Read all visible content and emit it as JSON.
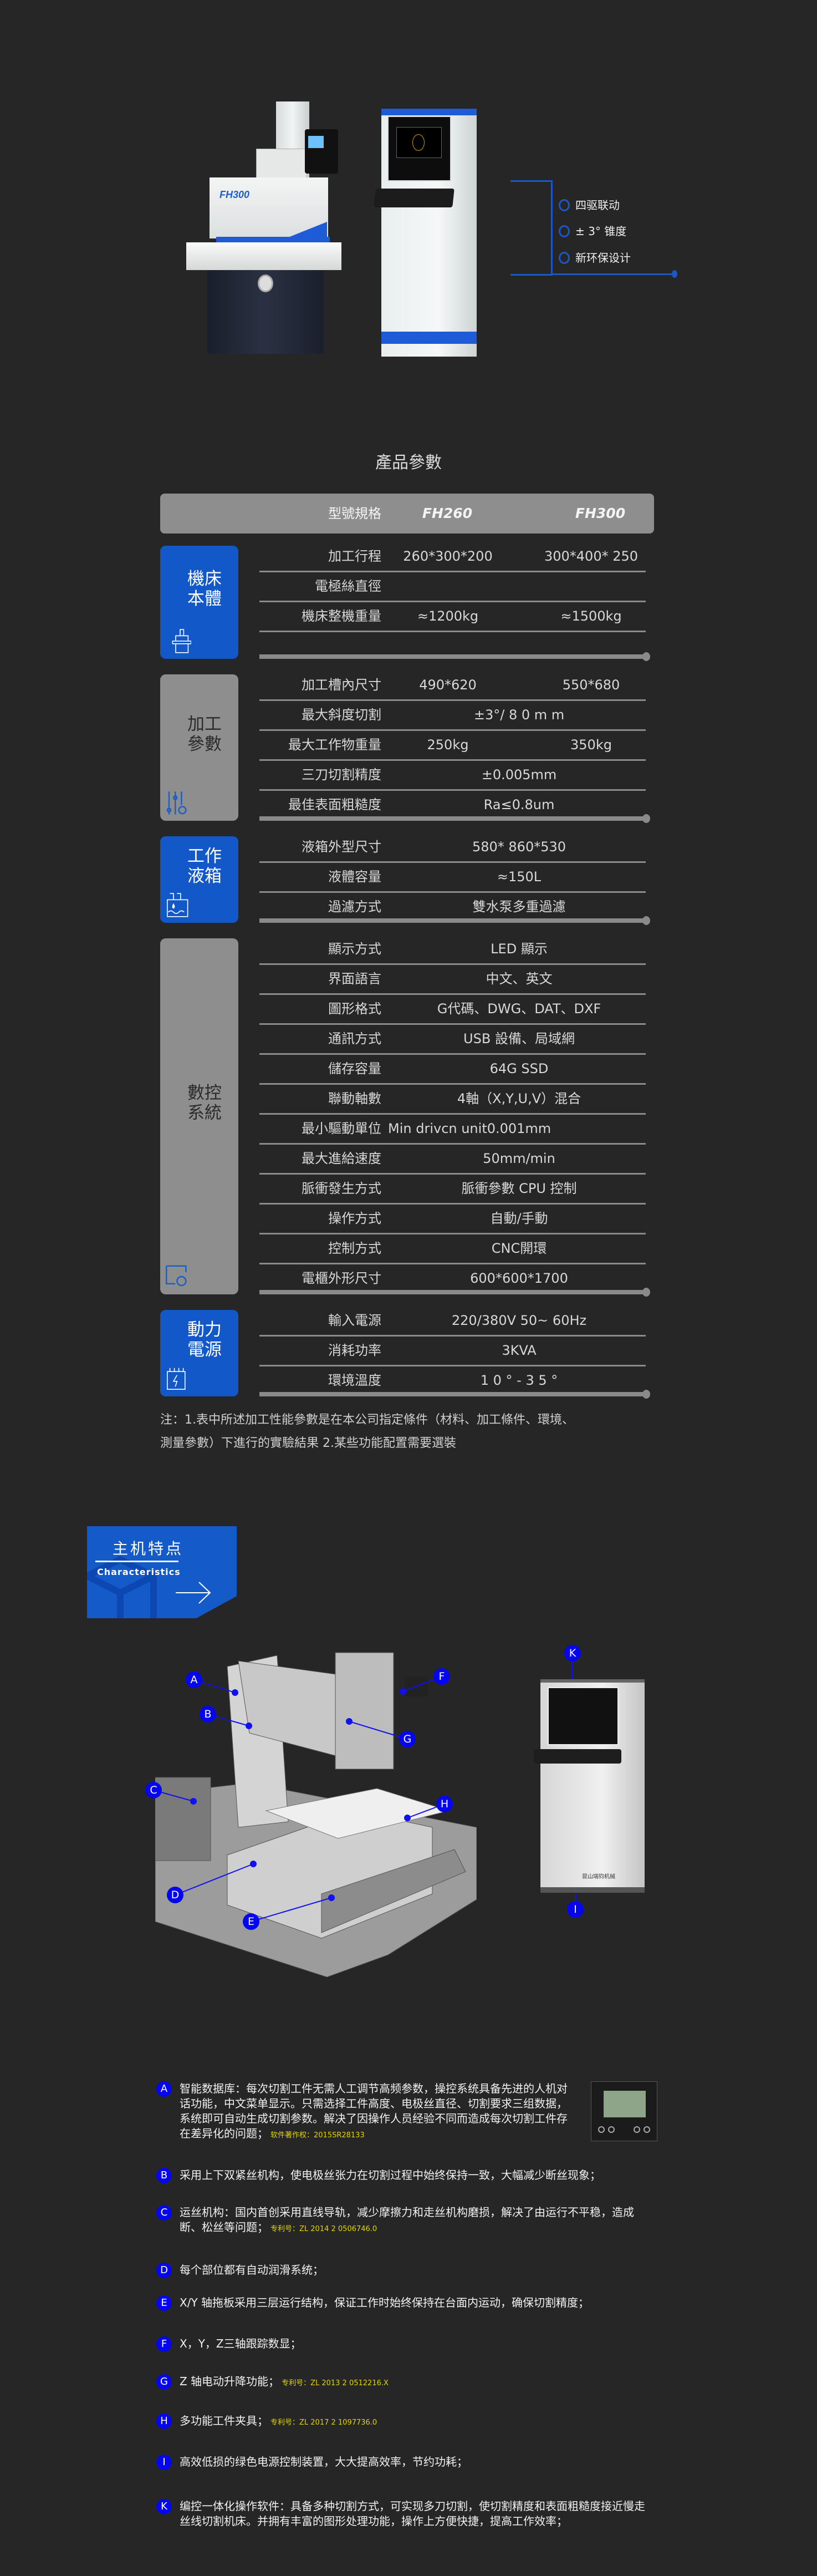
{
  "hero": {
    "machine_model": "FH300",
    "features": [
      "四驱联动",
      "± 3° 锥度",
      "新环保设计"
    ],
    "accent": "#1b58c6"
  },
  "spec": {
    "title": "產品參數",
    "header_label": "型號規格",
    "models": [
      "FH260",
      "FH300"
    ],
    "groups": [
      {
        "name": "機床本體",
        "style": "blue",
        "icon": "machine-icon",
        "spacer": true,
        "rows": [
          {
            "label": "加工行程",
            "values": [
              "260*300*200",
              "300*400* 250"
            ]
          },
          {
            "label": "電極絲直徑",
            "values": []
          },
          {
            "label": "機床整機重量",
            "values": [
              "≈1200kg",
              "≈1500kg"
            ]
          }
        ]
      },
      {
        "name": "加工參數",
        "style": "grey",
        "icon": "sliders-gear-icon",
        "rows": [
          {
            "label": "加工槽內尺寸",
            "values": [
              "490*620",
              "550*680"
            ]
          },
          {
            "label": "最大斜度切割",
            "value": "±3°/ 8 0 m m"
          },
          {
            "label": "最大工作物重量",
            "values": [
              "250kg",
              "350kg"
            ]
          },
          {
            "label": "三刀切割精度",
            "value": "±0.005mm"
          },
          {
            "label": "最佳表面粗糙度",
            "value": "Ra≤0.8um"
          }
        ]
      },
      {
        "name": "工作液箱",
        "style": "blue",
        "icon": "fluid-tank-icon",
        "rows": [
          {
            "label": "液箱外型尺寸",
            "value": "580* 860*530"
          },
          {
            "label": "液體容量",
            "value": "≈150L"
          },
          {
            "label": "過濾方式",
            "value": "雙水泵多重過濾"
          }
        ]
      },
      {
        "name": "數控系統",
        "style": "grey",
        "icon": "monitor-gear-icon",
        "rows": [
          {
            "label": "顯示方式",
            "value": "LED 顯示"
          },
          {
            "label": "界面語言",
            "value": "中文、英文"
          },
          {
            "label": "圖形格式",
            "value": "G代碼、DWG、DAT、DXF"
          },
          {
            "label": "通訊方式",
            "value": "USB 設備、局域網"
          },
          {
            "label": "儲存容量",
            "value": "64G SSD"
          },
          {
            "label": "聯動軸數",
            "value": "4軸（X,Y,U,V）混合"
          },
          {
            "label": "最小驅動單位",
            "value_left": "Min drivcn unit0.001mm"
          },
          {
            "label": "最大進給速度",
            "value": "50mm/min"
          },
          {
            "label": "脈衝發生方式",
            "value": "脈衝參數 CPU 控制"
          },
          {
            "label": "操作方式",
            "value": "自動/手動"
          },
          {
            "label": "控制方式",
            "value": "CNC開環"
          },
          {
            "label": "電櫃外形尺寸",
            "value": "600*600*1700"
          }
        ]
      },
      {
        "name": "動力電源",
        "style": "blue",
        "icon": "power-icon",
        "rows": [
          {
            "label": "輸入電源",
            "value": "220/380V 50~ 60Hz"
          },
          {
            "label": "消耗功率",
            "value": "3KVA"
          },
          {
            "label": "環境溫度",
            "value": "1 0 ° - 3 5 °"
          }
        ]
      }
    ],
    "note": [
      "注：1.表中所述加工性能參數是在本公司指定條件（材料、加工條件、環境、",
      "測量參數）下進行的實驗結果 2.某些功能配置需要選裝"
    ],
    "colors": {
      "blue": "#1258c8",
      "grey": "#8e8e8e",
      "line": "#8a8a8a"
    }
  },
  "characteristics": {
    "title_cn": "主机特点",
    "title_en": "Characteristics",
    "callouts": [
      "A",
      "B",
      "C",
      "D",
      "E",
      "F",
      "G",
      "H",
      "K",
      "I"
    ],
    "cabinet_brand": "昆山瑞钧机械",
    "items": [
      {
        "letter": "A",
        "text": "智能数据库：每次切割工件无需人工调节高频参数，操控系统具备先进的人机对话功能，中文菜单显示。只需选择工件高度、电极丝直径、切割要求三组数据，系统即可自动生成切割参数。解决了因操作人员经验不同而造成每次切割工件存在差异化的问题；",
        "patent": "软件著作权：2015SR28133"
      },
      {
        "letter": "B",
        "text": "采用上下双紧丝机构，使电极丝张力在切割过程中始终保持一致，大幅减少断丝现象；"
      },
      {
        "letter": "C",
        "text": "运丝机构：国内首创采用直线导轨，减少摩擦力和走丝机构磨损，解决了由运行不平稳，造成断、松丝等问题；",
        "patent": "专利号：ZL 2014 2 0506746.0"
      },
      {
        "letter": "D",
        "text": "每个部位都有自动润滑系统；"
      },
      {
        "letter": "E",
        "text": "X/Y 轴拖板采用三层运行结构，保证工作时始终保持在台面内运动，确保切割精度；"
      },
      {
        "letter": "F",
        "text": "X，Y，Z三轴跟踪数显；"
      },
      {
        "letter": "G",
        "text": "Z 轴电动升降功能；",
        "patent": "专利号：ZL 2013 2 0512216.X"
      },
      {
        "letter": "H",
        "text": "多功能工件夹具；",
        "patent": "专利号：ZL 2017 2 1097736.0"
      },
      {
        "letter": "I",
        "text": "高效低损的绿色电源控制装置，大大提高效率，节约功耗；"
      },
      {
        "letter": "K",
        "text": "编控一体化操作软件：具备多种切割方式，可实现多刀切割，使切割精度和表面粗糙度接近慢走丝线切割机床。并拥有丰富的图形处理功能，操作上方便快捷，提高工作效率；"
      }
    ],
    "label_color": "#0505f0",
    "patent_color": "#e4d600"
  }
}
